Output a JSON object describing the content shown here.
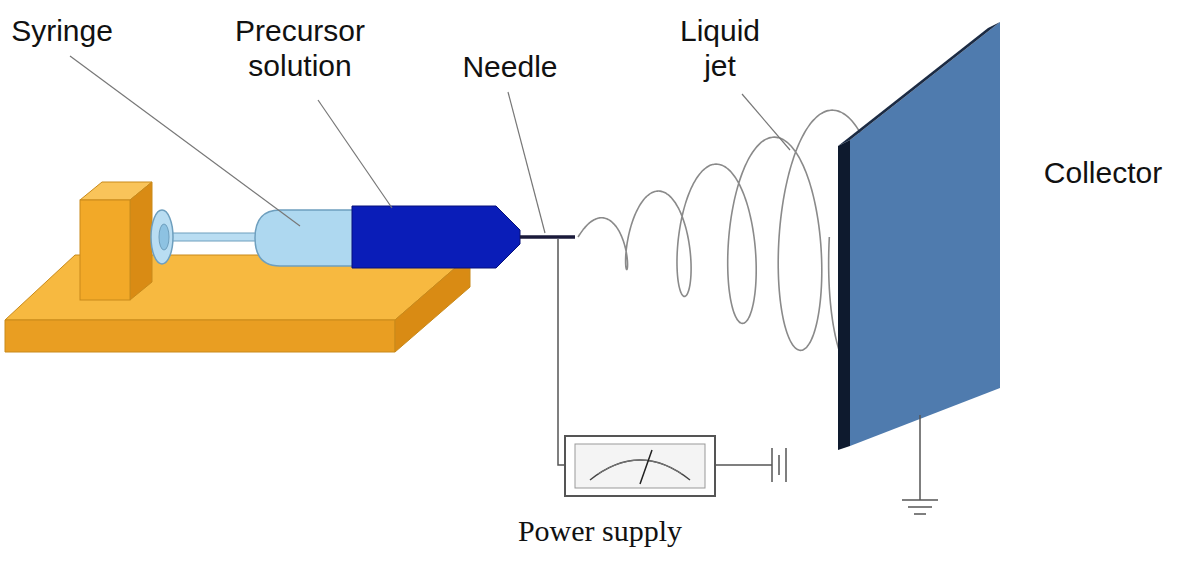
{
  "diagram": {
    "labels": [
      "Syringe",
      "Precursor solution",
      "Needle",
      "Liquid jet",
      "Collector",
      "Power supply"
    ]
  }
}
